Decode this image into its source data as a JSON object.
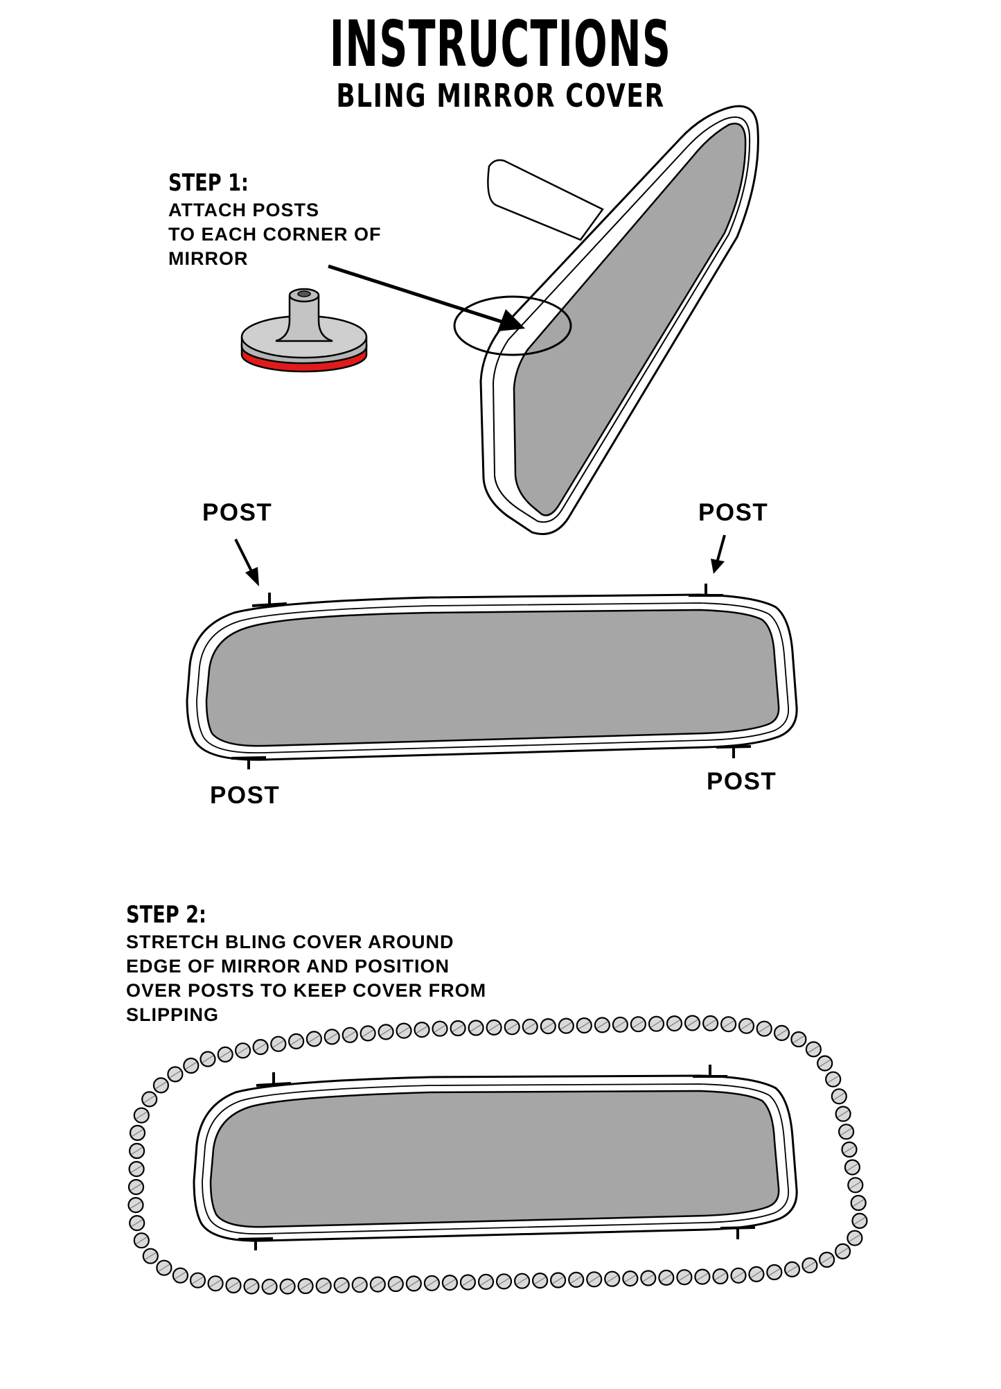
{
  "header": {
    "title": "INSTRUCTIONS",
    "subtitle": "BLING MIRROR COVER"
  },
  "step1": {
    "heading": "STEP 1:",
    "lines": [
      "ATTACH POSTS",
      "TO EACH CORNER OF",
      "MIRROR"
    ]
  },
  "posts": {
    "top_left": "POST",
    "top_right": "POST",
    "bottom_left": "POST",
    "bottom_right": "POST"
  },
  "step2": {
    "heading": "STEP 2:",
    "lines": [
      "STRETCH BLING COVER AROUND",
      "EDGE OF MIRROR AND POSITION",
      "OVER POSTS TO KEEP COVER FROM",
      "SLIPPING"
    ]
  },
  "colors": {
    "mirror_glass": "#a6a6a6",
    "post_body": "#c9c9c9",
    "adhesive": "#e01b1b",
    "outline": "#000000",
    "bead_fill": "#d9d9d9"
  }
}
